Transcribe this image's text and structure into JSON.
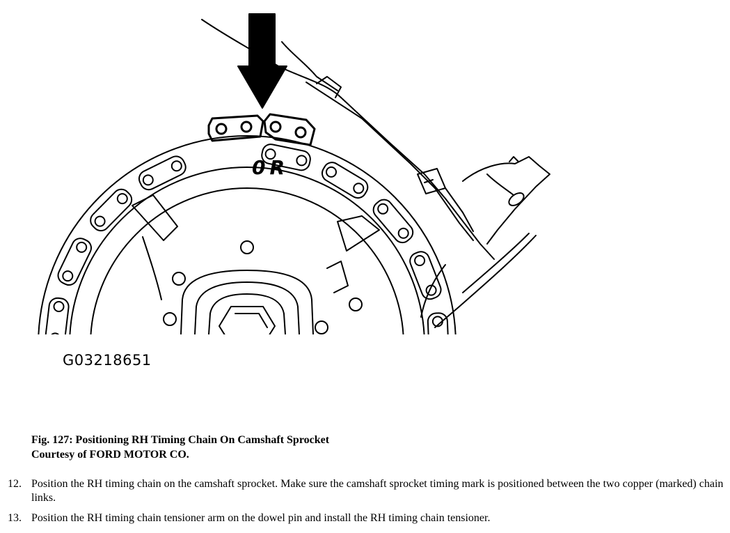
{
  "figure": {
    "id_label": "G03218651",
    "sprocket_mark": "0R"
  },
  "caption": {
    "title": "Fig. 127: Positioning RH Timing Chain On Camshaft Sprocket",
    "credit": "Courtesy of FORD MOTOR CO."
  },
  "steps": [
    {
      "number": "12.",
      "text": "Position the RH timing chain on the camshaft sprocket. Make sure the camshaft sprocket timing mark is positioned between the two copper (marked) chain links."
    },
    {
      "number": "13.",
      "text": "Position the RH timing chain tensioner arm on the dowel pin and install the RH timing chain tensioner."
    }
  ]
}
